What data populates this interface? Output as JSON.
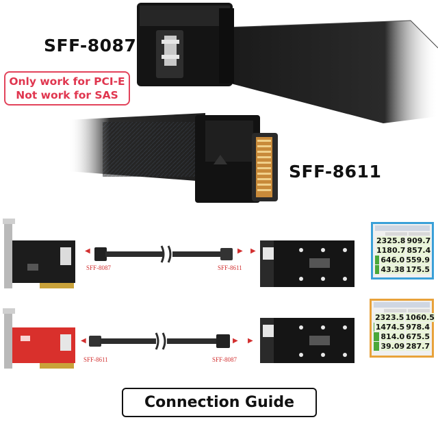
{
  "top_labels": {
    "sff8087": "SFF-8087",
    "sff8611": "SFF-8611"
  },
  "warning": {
    "line1": "Only work for PCI-E",
    "line2": "Not work for SAS"
  },
  "row1": {
    "left_label": "SFF-8087",
    "right_label": "SFF-8611",
    "benchmark": {
      "frame_color": "#3aa0d8",
      "values": [
        [
          "2325.8",
          "909.7"
        ],
        [
          "1180.7",
          "857.4"
        ],
        [
          "646.0",
          "559.9"
        ],
        [
          "43.38",
          "175.5"
        ]
      ]
    }
  },
  "row2": {
    "left_label": "SFF-8611",
    "right_label": "SFF-8087",
    "benchmark": {
      "frame_color": "#e8a23a",
      "values": [
        [
          "2323.5",
          "1060.5"
        ],
        [
          "1474.5",
          "978.4"
        ],
        [
          "814.0",
          "675.5"
        ],
        [
          "39.09",
          "287.7"
        ]
      ]
    }
  },
  "footer": {
    "title": "Connection Guide"
  },
  "colors": {
    "warning_red": "#e0364f",
    "card_red": "#d9302c",
    "card_black": "#1c1c1c"
  }
}
